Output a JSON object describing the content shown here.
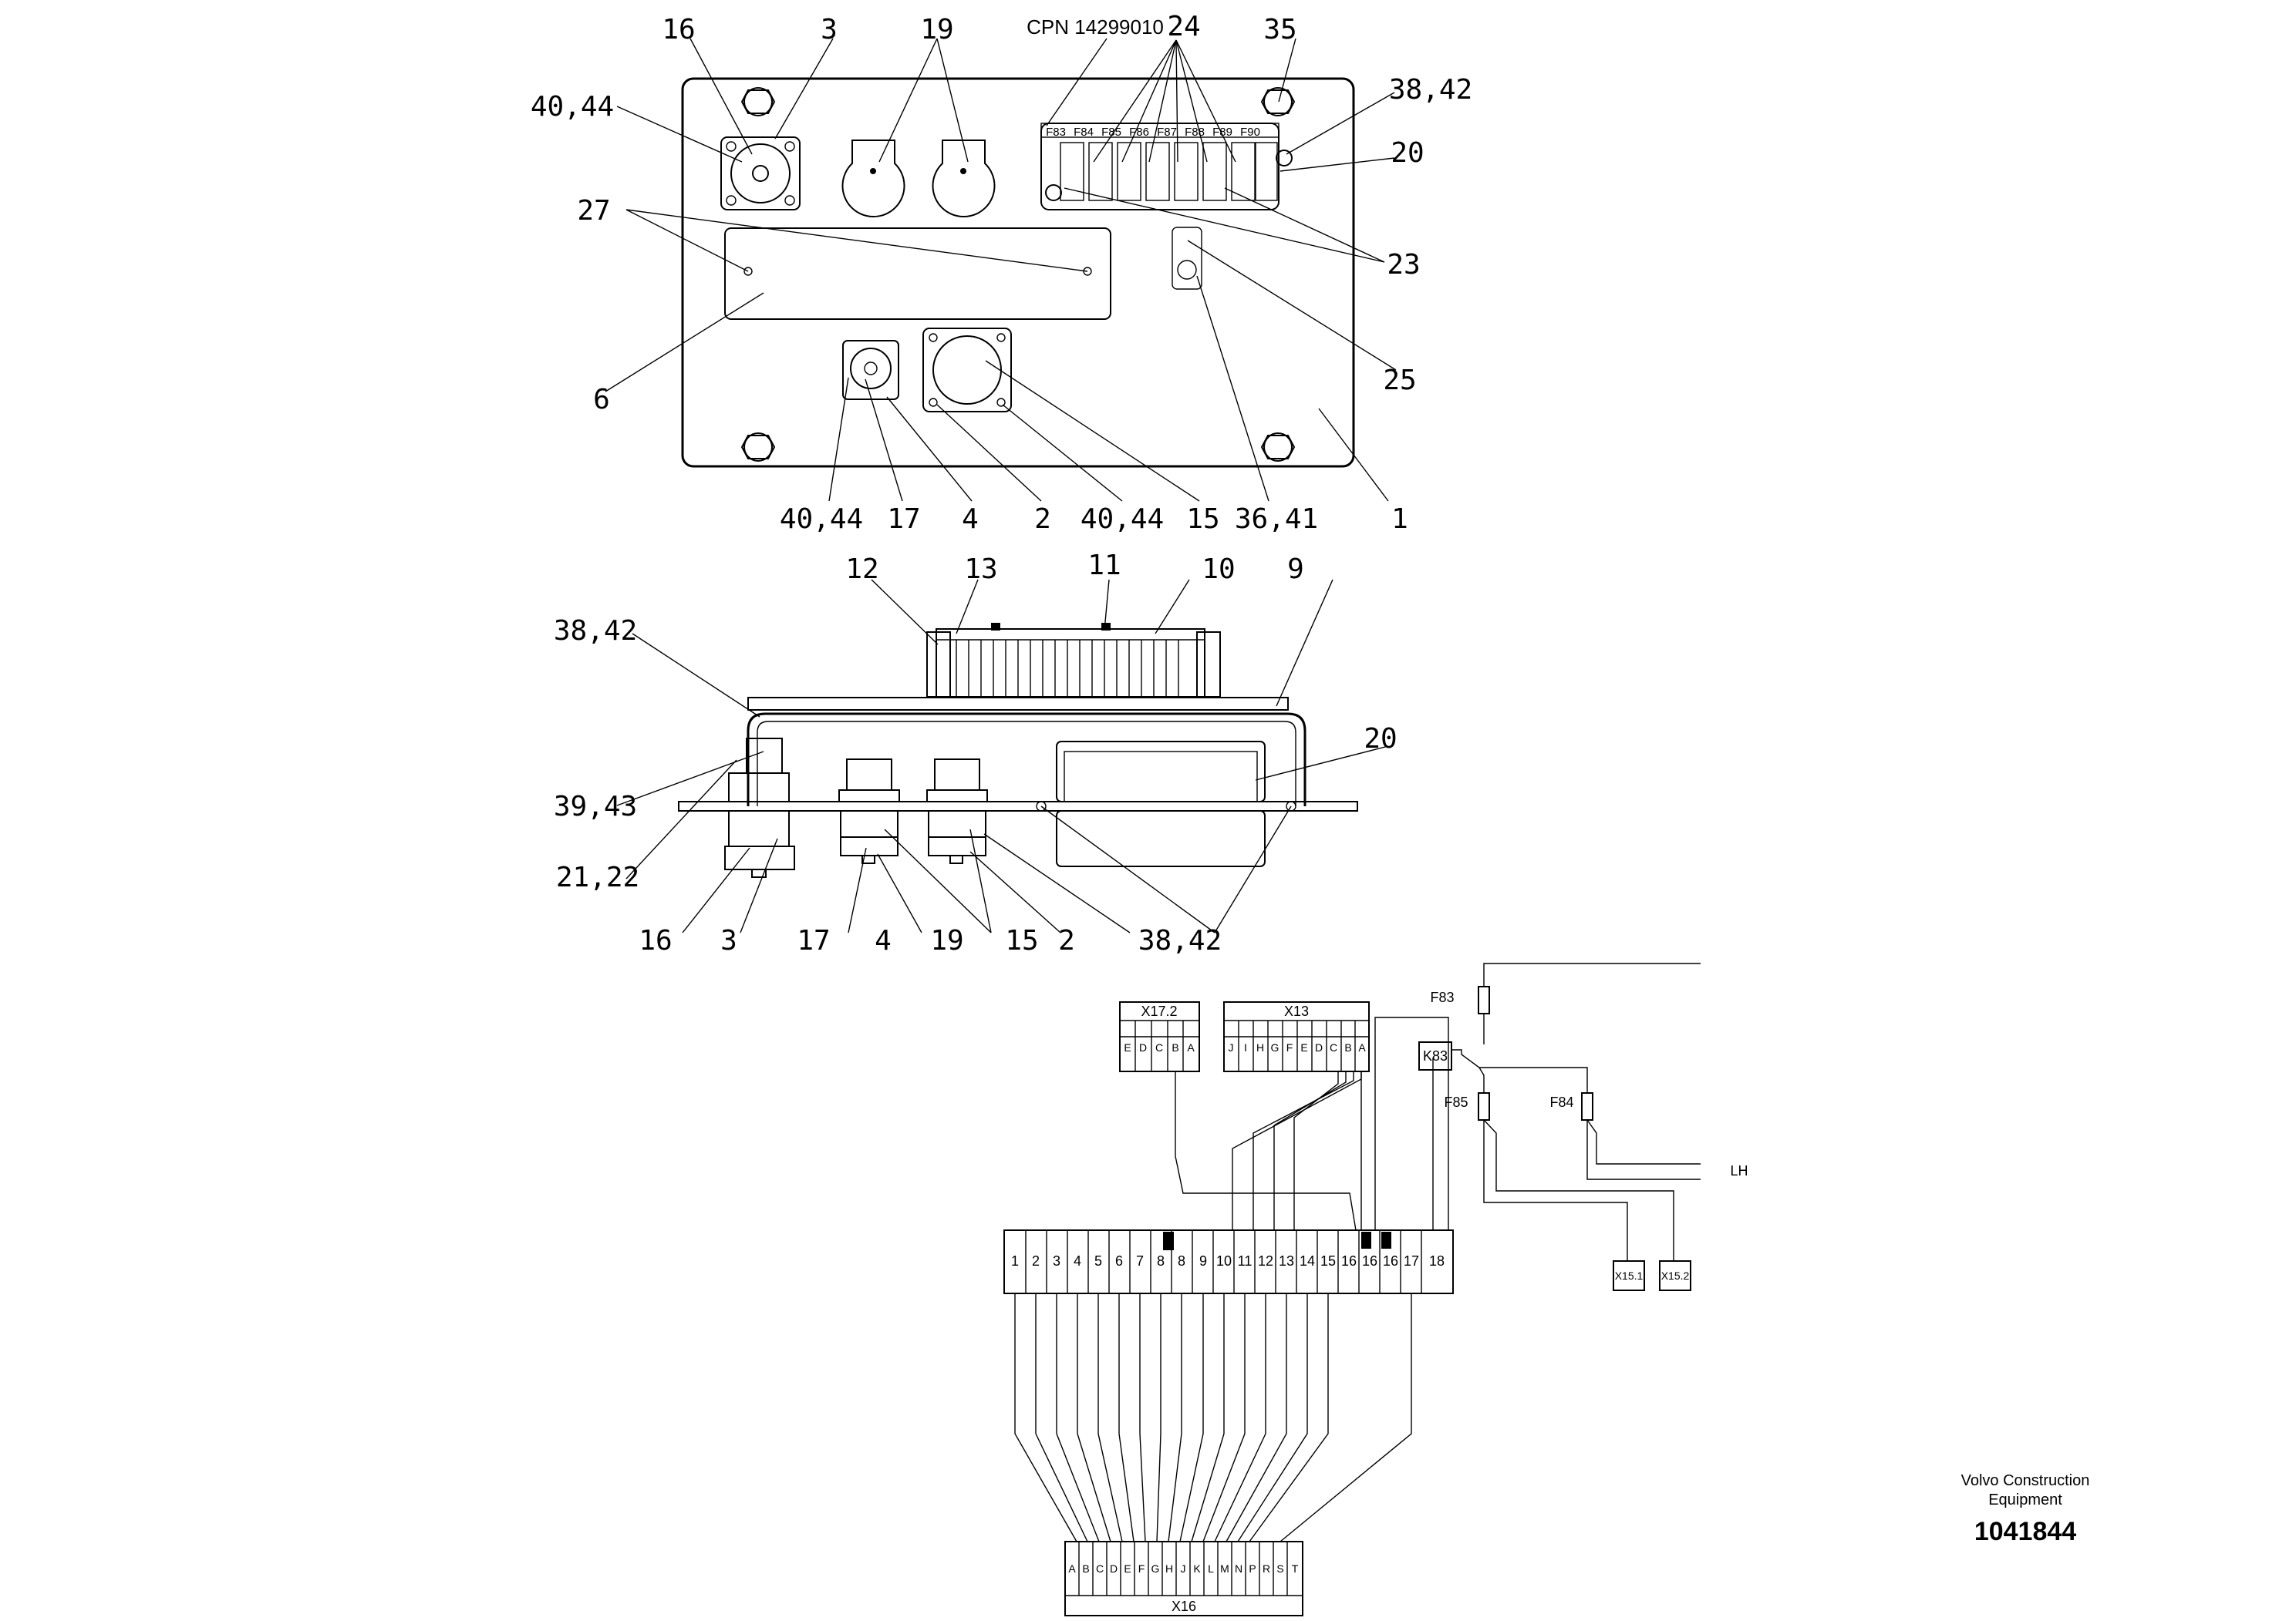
{
  "callouts": {
    "top": [
      "16",
      "3",
      "19",
      "24",
      "35",
      "40,44",
      "38,42",
      "20",
      "27",
      "23",
      "25",
      "6",
      "1"
    ],
    "top_bottom_row": [
      "40,44",
      "17",
      "4",
      "2",
      "40,44",
      "15",
      "36,41",
      "1"
    ],
    "side": [
      "12",
      "13",
      "11",
      "10",
      "9",
      "38,42",
      "20",
      "39,43",
      "21,22"
    ],
    "side_bottom_row": [
      "16",
      "3",
      "17",
      "4",
      "19",
      "15",
      "2",
      "38,42"
    ]
  },
  "part_number": "CPN 14299010",
  "fuse_labels": [
    "F83",
    "F84",
    "F85",
    "F86",
    "F87",
    "F88",
    "F89",
    "F90"
  ],
  "schematic": {
    "x17_2": {
      "label": "X17.2",
      "pins": [
        "E",
        "D",
        "C",
        "B",
        "A"
      ]
    },
    "x13": {
      "label": "X13",
      "pins": [
        "J",
        "I",
        "H",
        "G",
        "F",
        "E",
        "D",
        "C",
        "B",
        "A"
      ]
    },
    "terminal_numbers": [
      "1",
      "2",
      "3",
      "4",
      "5",
      "6",
      "7",
      "8",
      "8",
      "9",
      "10",
      "11",
      "12",
      "13",
      "14",
      "15",
      "16",
      "16",
      "16",
      "17",
      "18"
    ],
    "x16": {
      "label": "X16",
      "pins": [
        "A",
        "B",
        "C",
        "D",
        "E",
        "F",
        "G",
        "H",
        "J",
        "K",
        "L",
        "M",
        "N",
        "P",
        "R",
        "S",
        "T"
      ]
    },
    "fuse_f83": "F83",
    "fuse_f85": "F85",
    "fuse_f84": "F84",
    "relay": "K83",
    "lh": "LH",
    "x15_1": "X15.1",
    "x15_2": "X15.2"
  },
  "footer": {
    "company_line1": "Volvo Construction",
    "company_line2": "Equipment",
    "document_number": "1041844"
  }
}
